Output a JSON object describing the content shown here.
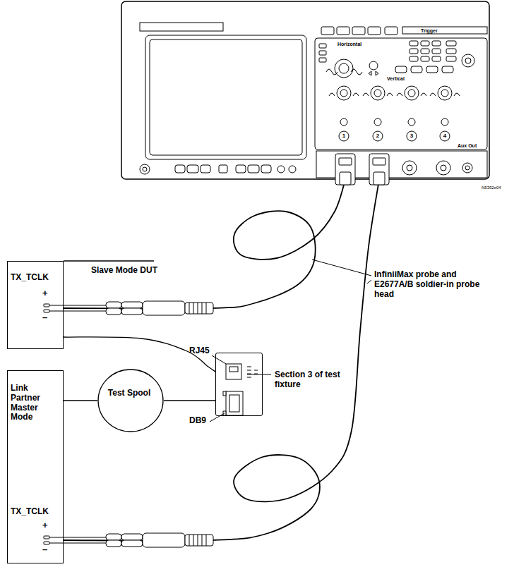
{
  "diagram": {
    "nodes": [
      {
        "text": [
          "Horizontal",
          "Trigger",
          "Vertical",
          "1",
          "2",
          "3",
          "4",
          "Aux Out"
        ]
      },
      {
        "text": [
          "TX_TCLK",
          "Slave Mode DUT"
        ]
      },
      {
        "text": [
          "Section 3 of test fixture"
        ]
      },
      {
        "text": [
          "Link Partner Master Mode",
          "TX_TCLK"
        ]
      },
      {
        "text": [
          "Test Spool"
        ]
      }
    ],
    "edges": [
      {
        "from": 1,
        "to": 0,
        "arrow": "none"
      },
      {
        "from": 3,
        "to": 0,
        "arrow": "none"
      },
      {
        "from": 1,
        "to": 2,
        "arrow": "none"
      },
      {
        "from": 3,
        "to": 4,
        "arrow": "none"
      },
      {
        "from": 4,
        "to": 2,
        "arrow": "none"
      }
    ],
    "labels": [
      "+",
      "–",
      "RJ45",
      "DB9",
      "InfiniiMax probe and E2677A/B soldier-in probe head",
      "+",
      "–",
      "N5392e04"
    ]
  }
}
